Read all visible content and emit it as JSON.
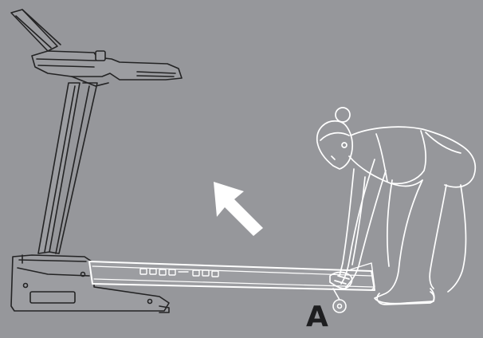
{
  "figure": {
    "background_color": "#96979b",
    "line_color": "#232324",
    "highlight_color": "#ffffff",
    "arrow_color": "#ffffff",
    "callout_label": "A",
    "icons": [
      "treadmill-illustration",
      "person-lifting-illustration",
      "lift-direction-arrow",
      "transport-wheel"
    ]
  }
}
